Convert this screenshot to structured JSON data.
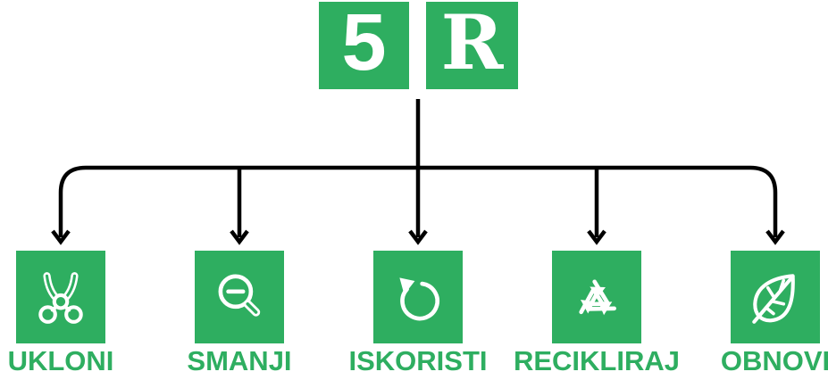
{
  "header": {
    "number": "5",
    "letter": "R"
  },
  "items": [
    {
      "label": "UKLONI",
      "icon": "scissors-icon"
    },
    {
      "label": "SMANJI",
      "icon": "magnifier-minus-icon"
    },
    {
      "label": "ISKORISTI",
      "icon": "reuse-circular-arrow-icon"
    },
    {
      "label": "RECIKLIRAJ",
      "icon": "recycle-icon"
    },
    {
      "label": "OBNOVI",
      "icon": "leaf-icon"
    }
  ],
  "colors": {
    "green": "#2EAE60",
    "line": "#000000",
    "icon_white": "#FFFFFF",
    "background": "#FFFFFF"
  }
}
